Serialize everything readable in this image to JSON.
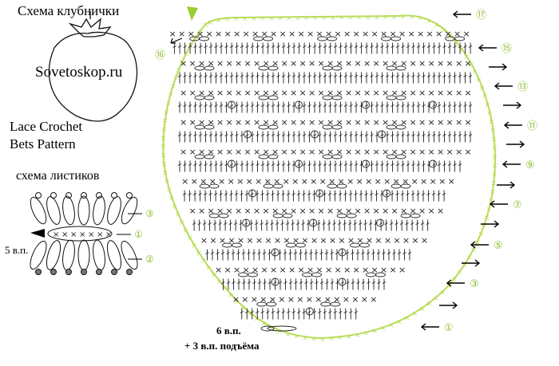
{
  "texts": {
    "title": "Схема клубнички",
    "site": "Sovetoskop.ru",
    "lace_line1": "Lace Crochet",
    "lace_line2": "Bets Pattern",
    "leaf_title": "схема листиков",
    "chain5": "5 в.п.",
    "chain6": "6 в.п.",
    "chain3": "+ 3 в.п. подъёма"
  },
  "row_numbers": [
    "①",
    "③",
    "⑤",
    "⑦",
    "⑨",
    "⑪",
    "⑬",
    "⑮",
    "⑰"
  ],
  "left_row_number": "⑯",
  "leaf_row_numbers": [
    "③",
    "①",
    "②"
  ],
  "colors": {
    "green": "#b8dc58",
    "ink": "#1a1a1a",
    "arrow": "#000000"
  }
}
